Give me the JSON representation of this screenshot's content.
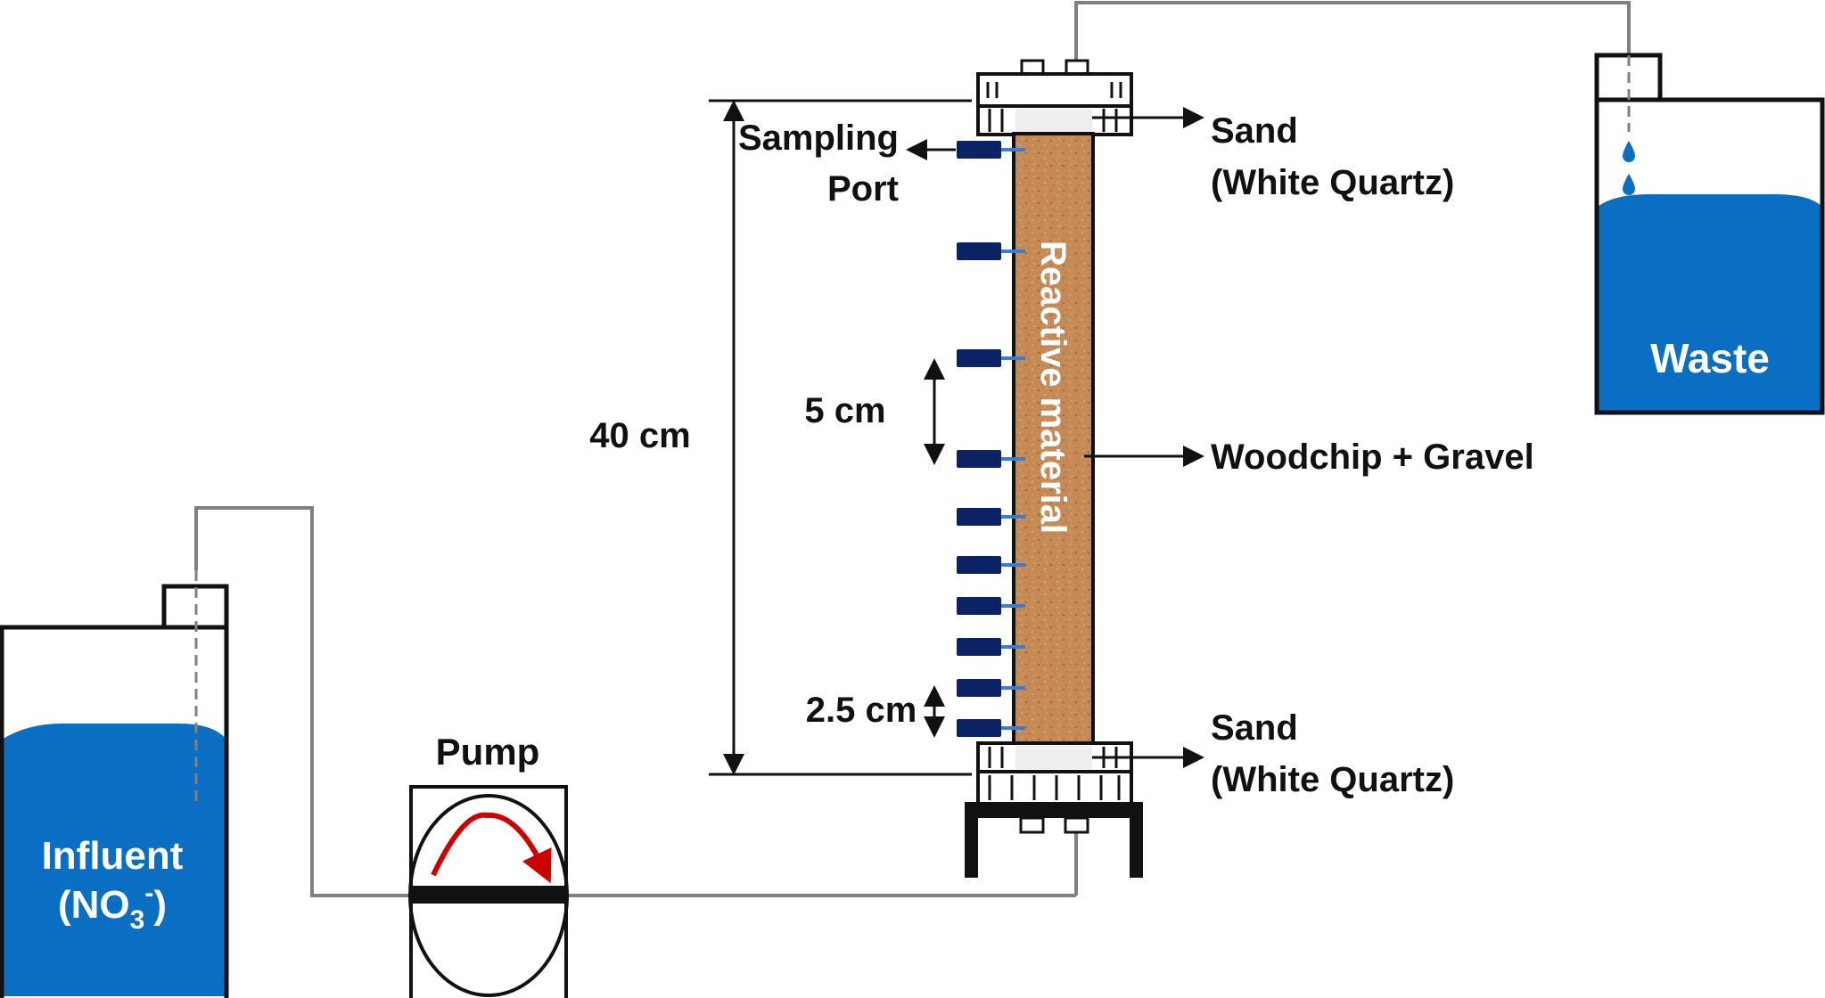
{
  "figure": {
    "title": "Column experiment setup schematic",
    "colors": {
      "water": "#0a6fc2",
      "reactive_material": "#c68a56",
      "port": "#0b2265",
      "port_needle": "#3a7bd5",
      "pump_arrow": "#cc0000",
      "pipe": "#808080"
    }
  },
  "influent": {
    "label_line1": "Influent",
    "label_line2_prefix": "(NO",
    "label_sub": "3",
    "label_sup": "-",
    "label_line2_suffix": ")"
  },
  "pump": {
    "label": "Pump"
  },
  "waste": {
    "label": "Waste"
  },
  "column": {
    "fill_label": "Reactive material",
    "height_label": "40 cm",
    "spacing_large_label": "5 cm",
    "spacing_small_label": "2.5 cm",
    "sampling_label_line1": "Sampling",
    "sampling_label_line2": "Port",
    "port_count": 10
  },
  "annotations": {
    "top_sand_line1": "Sand",
    "top_sand_line2": "(White Quartz)",
    "middle_fill": "Woodchip + Gravel",
    "bottom_sand_line1": "Sand",
    "bottom_sand_line2": "(White Quartz)"
  }
}
